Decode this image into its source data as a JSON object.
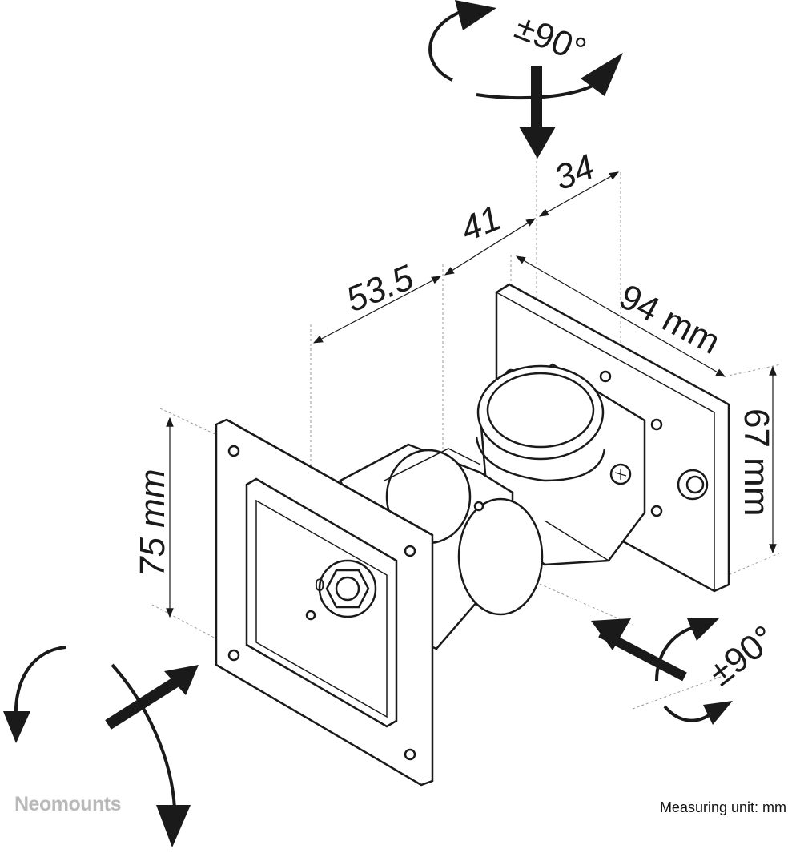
{
  "brand": {
    "name": "Neomounts"
  },
  "footer": {
    "unit_note": "Measuring unit: mm"
  },
  "rotation": {
    "top": "±90°",
    "right": "±90°"
  },
  "dimensions": {
    "depth_1": "53.5",
    "depth_2": "41",
    "depth_3": "34",
    "wall_plate_width": "94 mm",
    "wall_plate_height": "67 mm",
    "vesa_plate_height": "75 mm"
  },
  "colors": {
    "line": "#1a1a1a",
    "dim_line": "#888888",
    "brand": "#b9b9b9"
  }
}
